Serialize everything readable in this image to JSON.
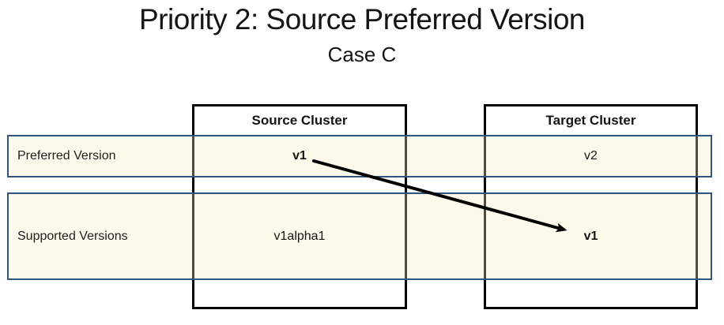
{
  "title": "Priority 2: Source Preferred Version",
  "subtitle": "Case C",
  "colors": {
    "box-border": "#000000",
    "band-border": "#2E5480",
    "band-fill": "rgba(250, 236, 194, 0.32)",
    "arrow": "#000000",
    "text": "#1a1a1a"
  },
  "clusters": [
    {
      "name": "Source Cluster"
    },
    {
      "name": "Target Cluster"
    }
  ],
  "rows": [
    {
      "label": "Preferred Version",
      "cells": [
        {
          "cluster": "source",
          "value": "v1",
          "bold": true
        },
        {
          "cluster": "target",
          "value": "v2",
          "bold": false
        }
      ]
    },
    {
      "label": "Supported Versions",
      "cells": [
        {
          "cluster": "source",
          "value": "v1alpha1",
          "bold": false
        },
        {
          "cluster": "target",
          "value": "v1",
          "bold": true
        }
      ]
    }
  ],
  "arrow": {
    "description": "v1 (Source Cluster preferred) → v1 (Target Cluster supported)"
  }
}
